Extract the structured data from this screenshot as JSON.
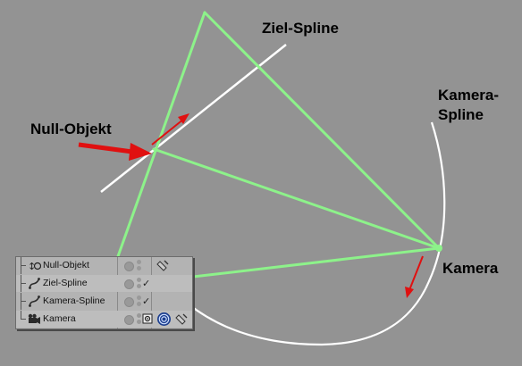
{
  "labels": {
    "ziel_spline": "Ziel-Spline",
    "null_objekt": "Null-Objekt",
    "kamera_spline_line1": "Kamera-",
    "kamera_spline_line2": "Spline",
    "kamera": "Kamera"
  },
  "colors": {
    "background": "#939393",
    "frustum": "#8df28a",
    "spline": "#ffffff",
    "arrow": "#e01010"
  },
  "object_manager": {
    "rows": [
      {
        "name": "Null-Objekt",
        "icon": "null-object-icon",
        "checked": false,
        "tags": [
          "display-tag-icon"
        ]
      },
      {
        "name": "Ziel-Spline",
        "icon": "spline-icon",
        "checked": true,
        "tags": []
      },
      {
        "name": "Kamera-Spline",
        "icon": "spline-icon",
        "checked": true,
        "tags": []
      },
      {
        "name": "Kamera",
        "icon": "camera-icon",
        "checked": false,
        "tags": [
          "target-tag-icon",
          "align-to-spline-tag-icon",
          "display-tag-icon"
        ]
      }
    ]
  }
}
